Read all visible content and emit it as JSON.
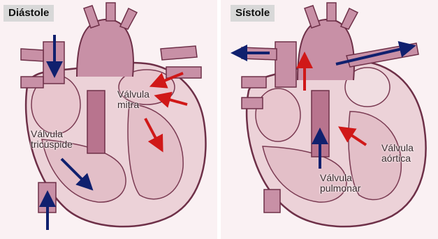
{
  "panels": [
    {
      "title": "Diástole",
      "labels": [
        {
          "id": "mitral",
          "lines": [
            "Válvula",
            "mitra"
          ]
        },
        {
          "id": "tricuspid",
          "lines": [
            "Válvula",
            "tricúspide"
          ]
        }
      ]
    },
    {
      "title": "Sístole",
      "labels": [
        {
          "id": "aortic",
          "lines": [
            "Válvula",
            "aórtica"
          ]
        },
        {
          "id": "pulmonary",
          "lines": [
            "Válvula",
            "pulmonar"
          ]
        }
      ]
    }
  ],
  "colors": {
    "arrow_blue": "#10206e",
    "arrow_red": "#d01818",
    "heart_outline": "#6e3048",
    "heart_fill": "#ecd2d8",
    "vessel_fill": "#c890a6"
  }
}
